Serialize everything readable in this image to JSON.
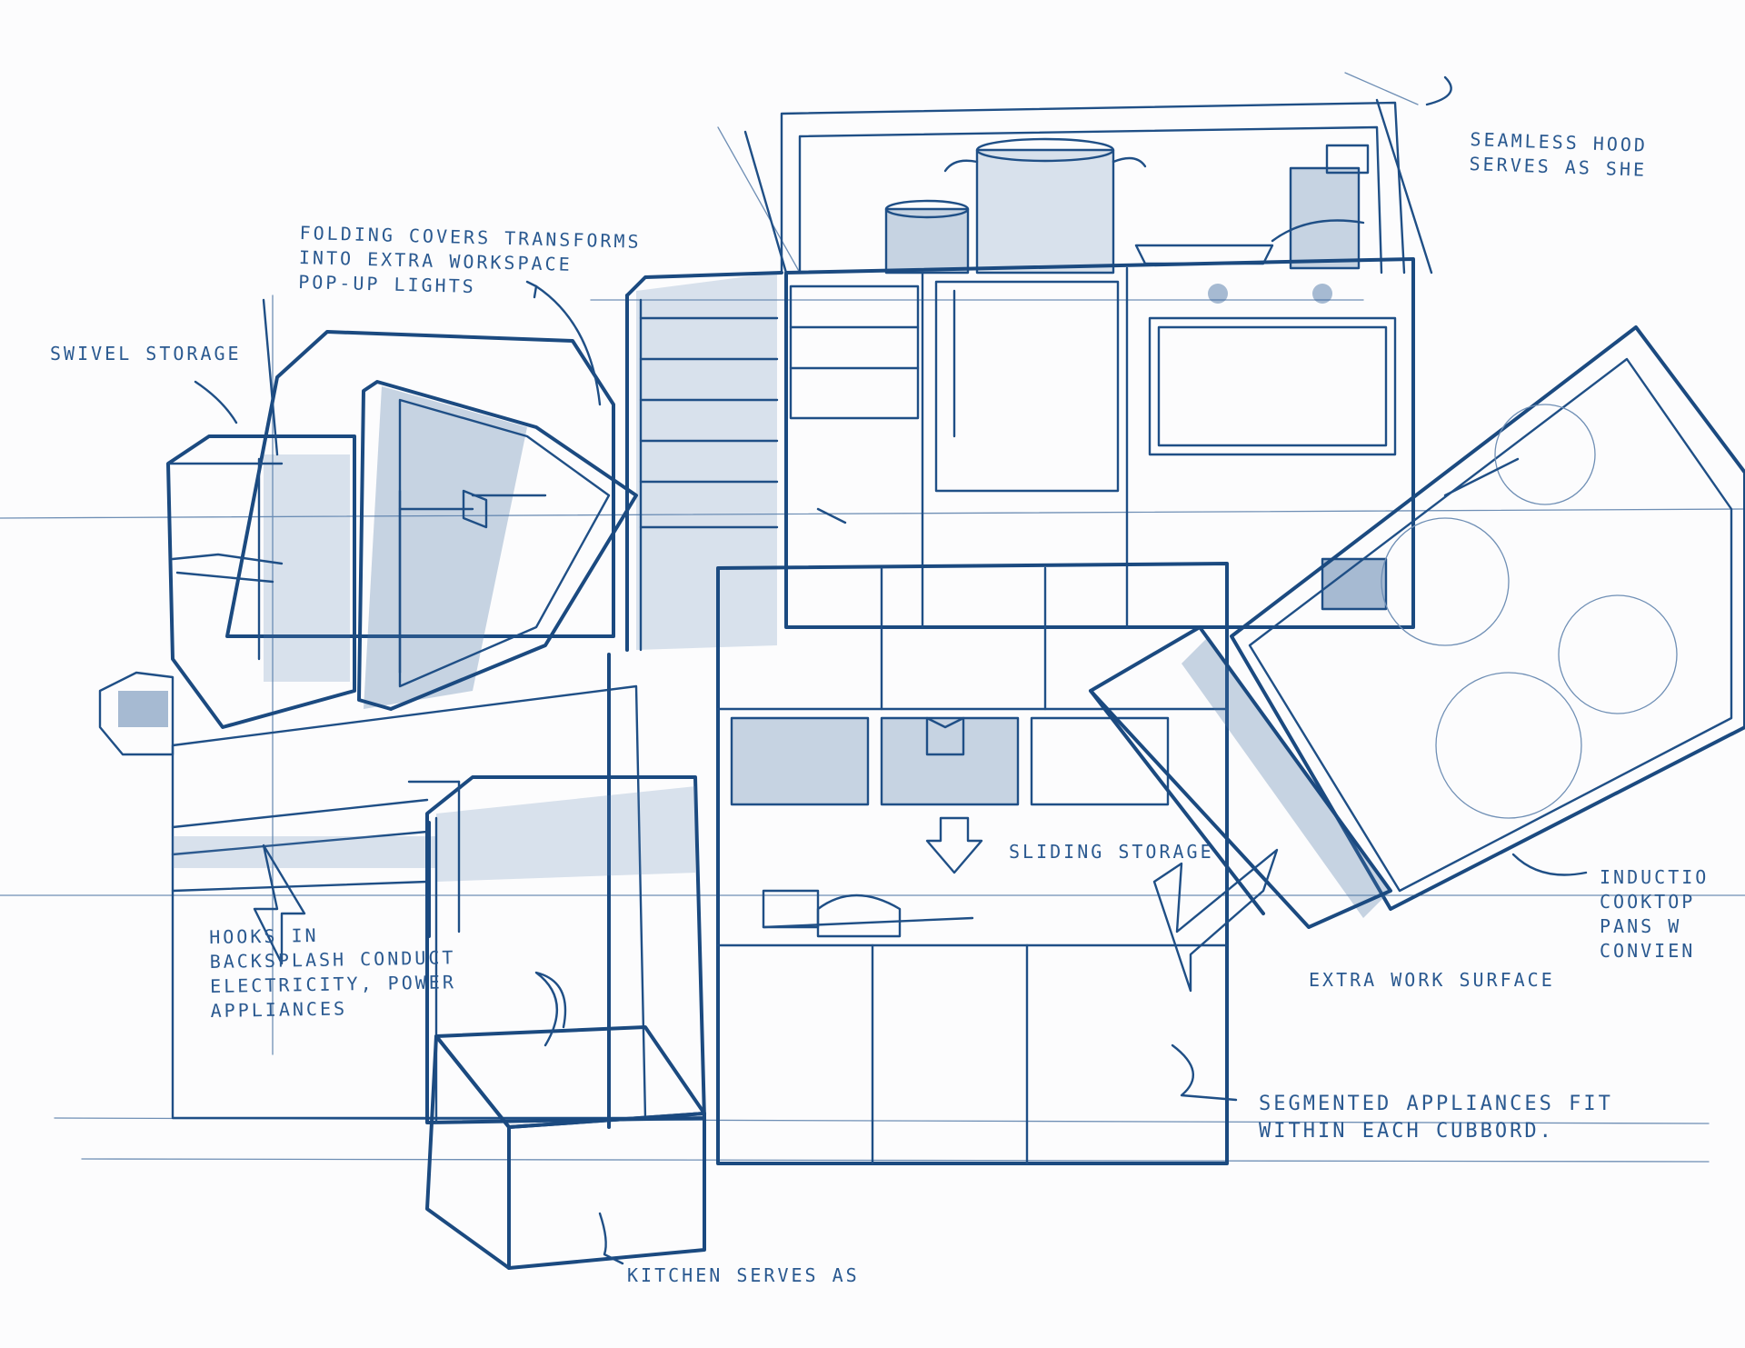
{
  "sketch": {
    "ink_color": "#1f4f86",
    "labels": {
      "folding_covers": "Folding covers transforms\ninto extra workspace\npop-up lights",
      "swivel_storage": "Swivel storage",
      "seamless_hood": "Seamless hood\nserves as she",
      "hooks_backsplash": "Hooks in\nbacksplash conduct\nelectricity, power\nappliances",
      "sliding_storage": "Sliding storage",
      "induction": "Inductio\ncooktop\npans w\nconvien",
      "extra_work_surface": "Extra work surface",
      "segmented_appliances": "Segmented appliances fit\nwithin each cubbord.",
      "kitchen_serves": "Kitchen serves as"
    }
  }
}
